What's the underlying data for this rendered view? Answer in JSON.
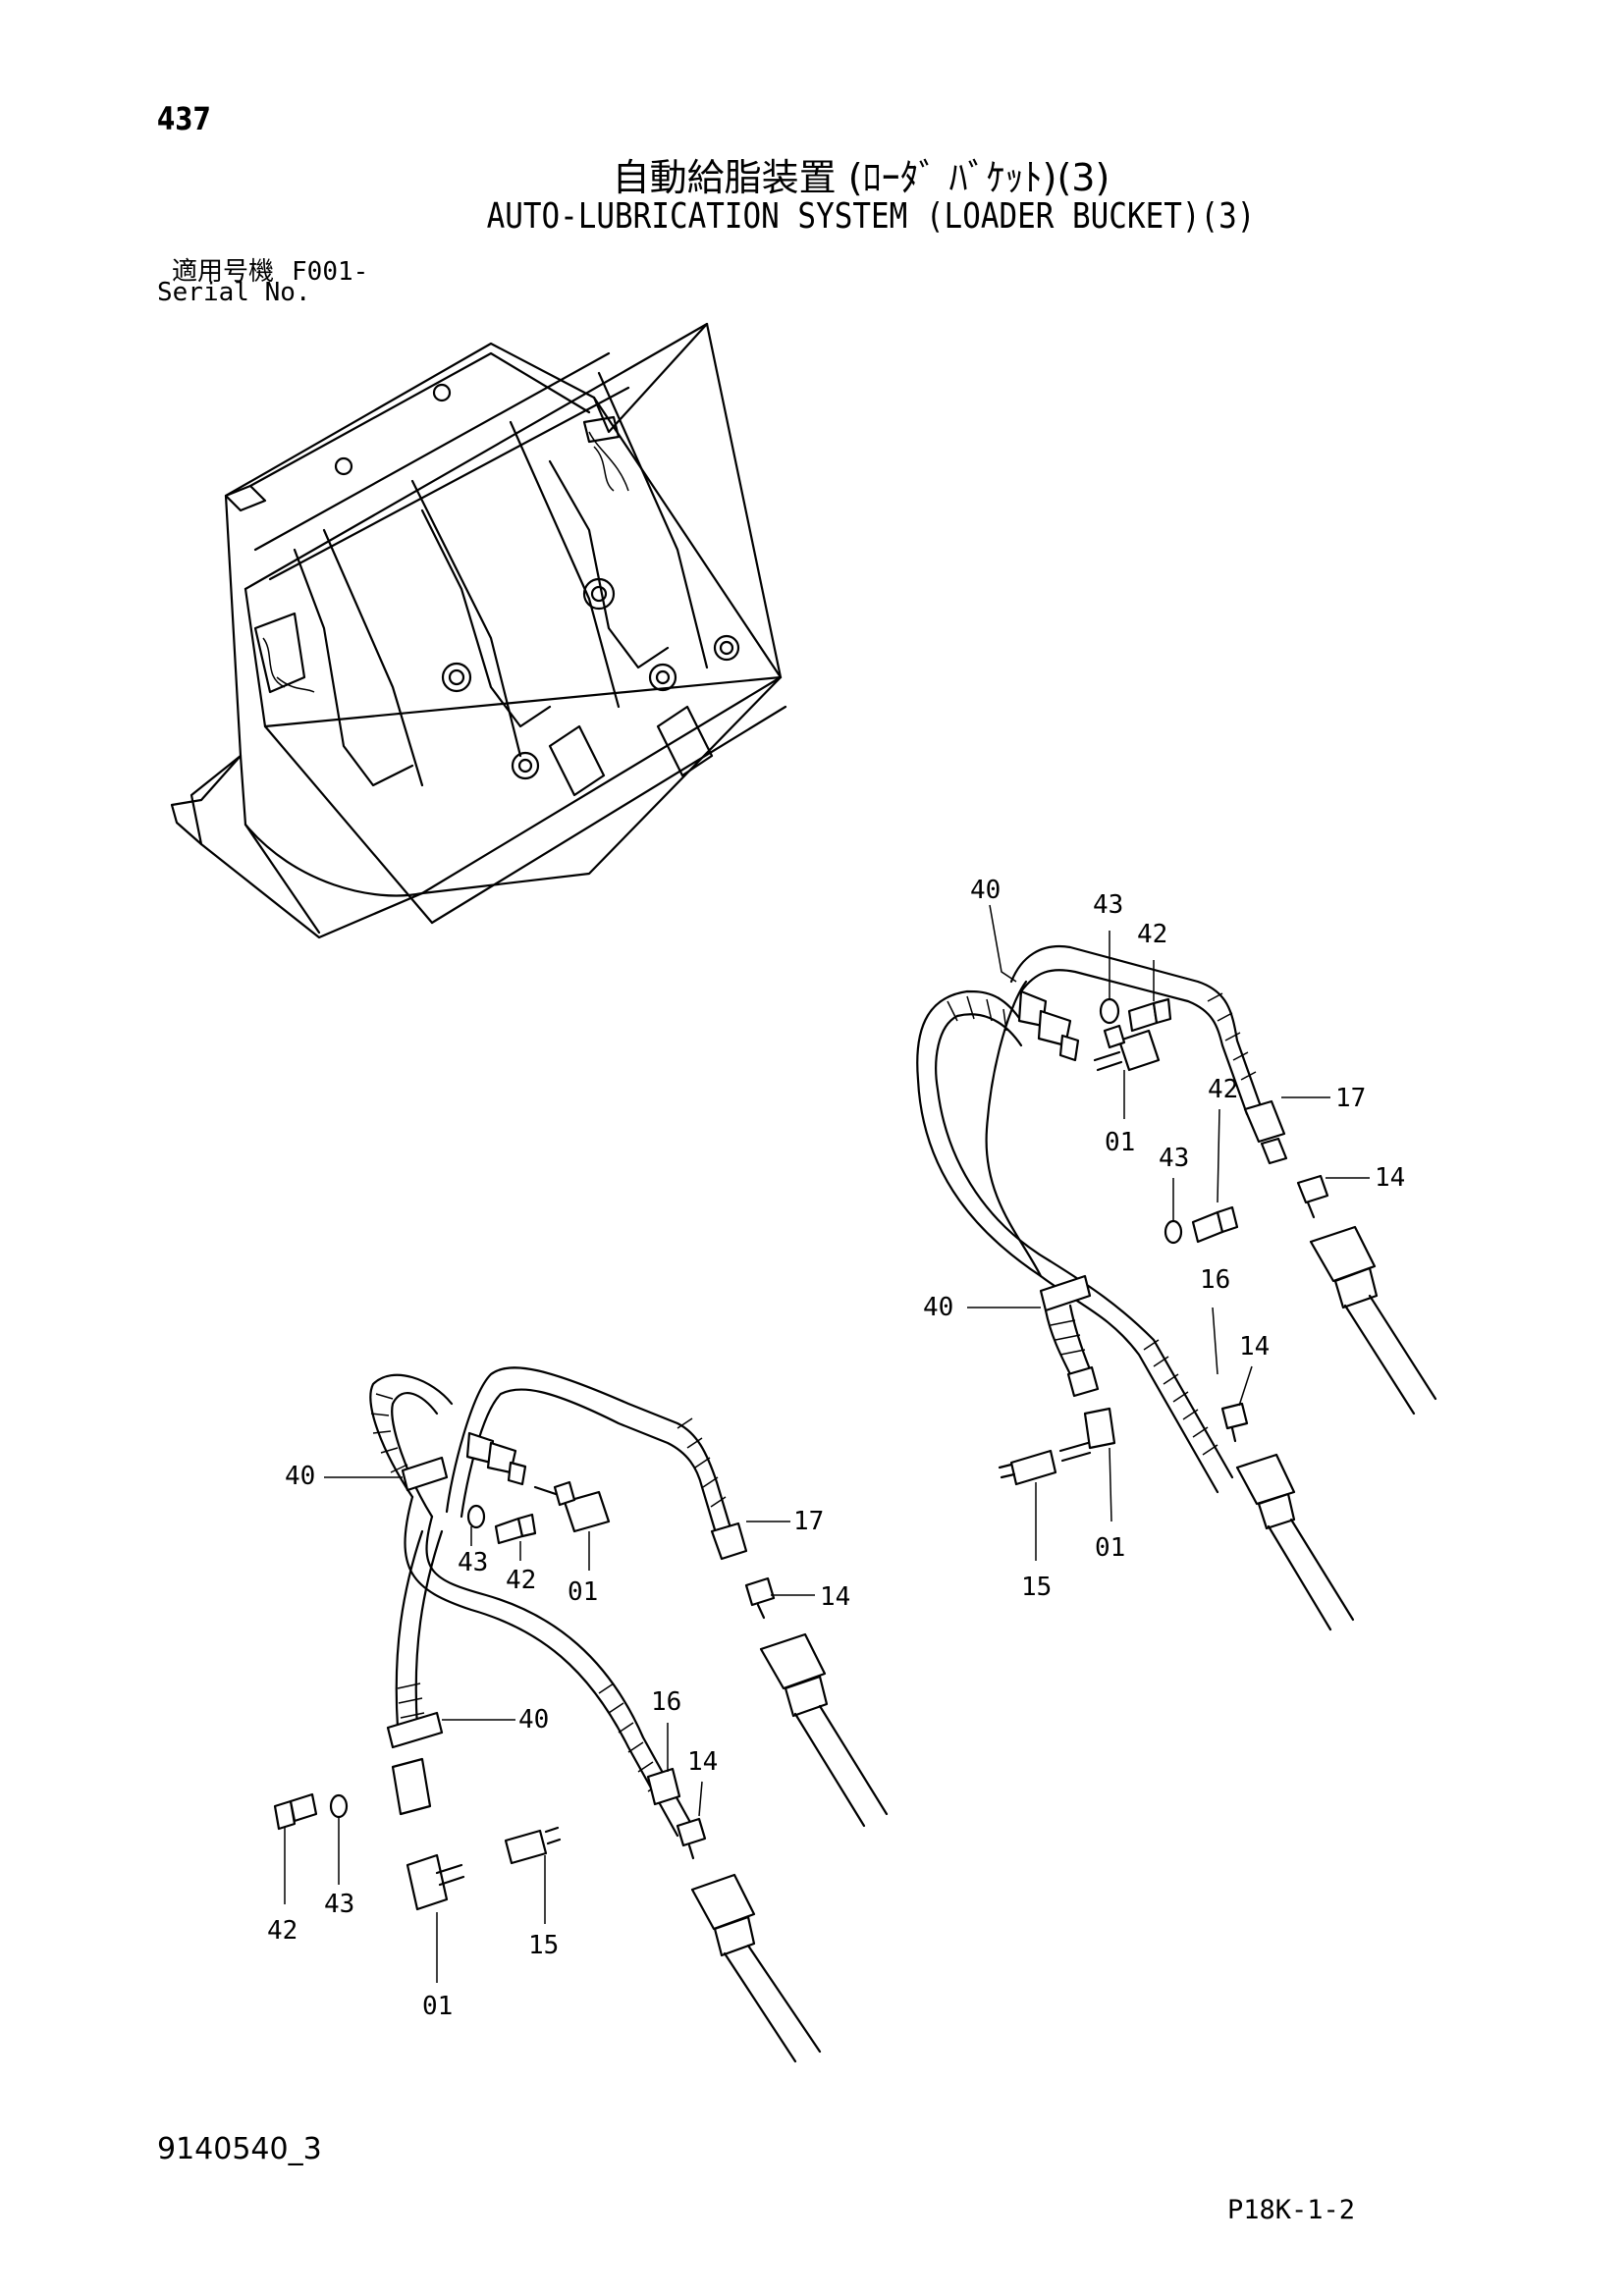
{
  "header": {
    "page_number": "437",
    "title_jp": "自動給脂装置 (ﾛｰﾀﾞ ﾊﾞｹｯﾄ)(3)",
    "title_en": "AUTO-LUBRICATION SYSTEM (LOADER BUCKET)(3)",
    "serial_label_jp": "適用号機",
    "serial_code": "F001-",
    "serial_label_en": "Serial No."
  },
  "callouts_right": [
    {
      "id": "r40a",
      "text": "40"
    },
    {
      "id": "r43a",
      "text": "43"
    },
    {
      "id": "r42a",
      "text": "42"
    },
    {
      "id": "r17",
      "text": "17"
    },
    {
      "id": "r01a",
      "text": "01"
    },
    {
      "id": "r42b",
      "text": "42"
    },
    {
      "id": "r43b",
      "text": "43"
    },
    {
      "id": "r14a",
      "text": "14"
    },
    {
      "id": "r16",
      "text": "16"
    },
    {
      "id": "r40b",
      "text": "40"
    },
    {
      "id": "r14b",
      "text": "14"
    },
    {
      "id": "r01b",
      "text": "01"
    },
    {
      "id": "r15",
      "text": "15"
    }
  ],
  "callouts_left": [
    {
      "id": "l40a",
      "text": "40"
    },
    {
      "id": "l17",
      "text": "17"
    },
    {
      "id": "l43a",
      "text": "43"
    },
    {
      "id": "l42a",
      "text": "42"
    },
    {
      "id": "l01a",
      "text": "01"
    },
    {
      "id": "l14a",
      "text": "14"
    },
    {
      "id": "l40b",
      "text": "40"
    },
    {
      "id": "l16",
      "text": "16"
    },
    {
      "id": "l14b",
      "text": "14"
    },
    {
      "id": "l42b",
      "text": "42"
    },
    {
      "id": "l43b",
      "text": "43"
    },
    {
      "id": "l15",
      "text": "15"
    },
    {
      "id": "l01b",
      "text": "01"
    }
  ],
  "footer": {
    "doc_number": "9140540_3",
    "sheet_code": "P18K-1-2"
  }
}
